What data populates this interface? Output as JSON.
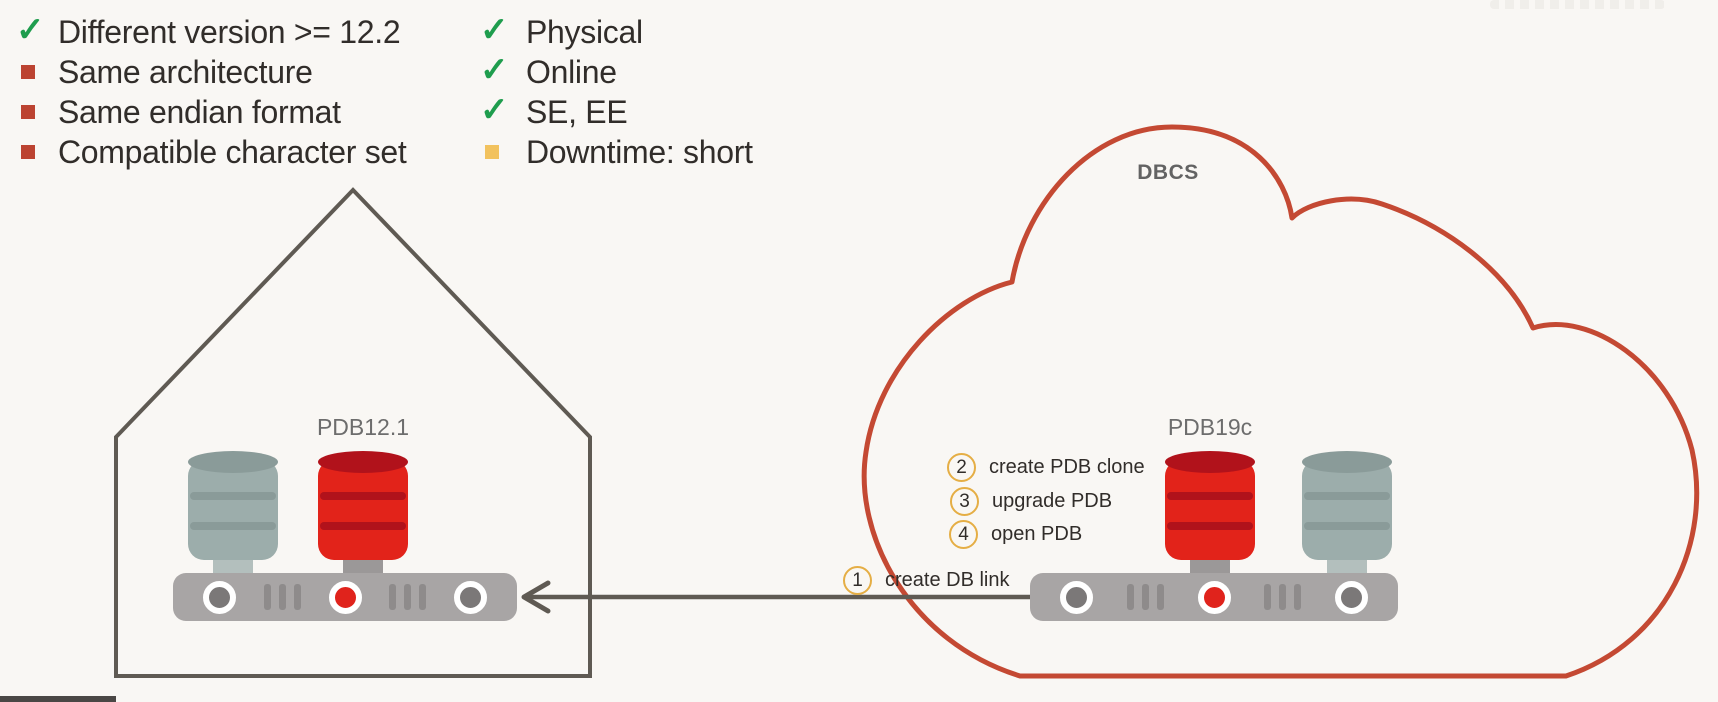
{
  "glyphs": {
    "check": "✓"
  },
  "legend": {
    "left_column": [
      {
        "icon": "check",
        "label": "Different version >= 12.2"
      },
      {
        "icon": "square-red",
        "label": "Same architecture"
      },
      {
        "icon": "square-red",
        "label": "Same endian format"
      },
      {
        "icon": "square-red",
        "label": "Compatible character set"
      }
    ],
    "right_column": [
      {
        "icon": "check",
        "label": "Physical"
      },
      {
        "icon": "check",
        "label": "Online"
      },
      {
        "icon": "check",
        "label": "SE, EE"
      },
      {
        "icon": "square-yellow",
        "label": "Downtime: short"
      }
    ]
  },
  "onprem_house": {
    "pdb_label": "PDB12.1"
  },
  "cloud": {
    "title": "DBCS",
    "pdb_label": "PDB19c"
  },
  "steps": [
    {
      "num": "1",
      "label": "create DB link"
    },
    {
      "num": "2",
      "label": "create PDB clone"
    },
    {
      "num": "3",
      "label": "upgrade PDB"
    },
    {
      "num": "4",
      "label": "open PDB"
    }
  ],
  "colors": {
    "background": "#f9f7f4",
    "text": "#312d2a",
    "check_green": "#1f9d4e",
    "bullet_red": "#bc4331",
    "bullet_yellow": "#f2c25e",
    "cloud_outline_red": "#c44933",
    "house_outline_gray": "#5f5a53",
    "db_cylinder_red": "#e2231a",
    "db_cylinder_teal": "#9cadab",
    "server_gray": "#a8a5a5",
    "port_red": "#e0231c",
    "step_circle_gold": "#e5ae45",
    "diagram_label_gray": "#6d6d6d"
  }
}
